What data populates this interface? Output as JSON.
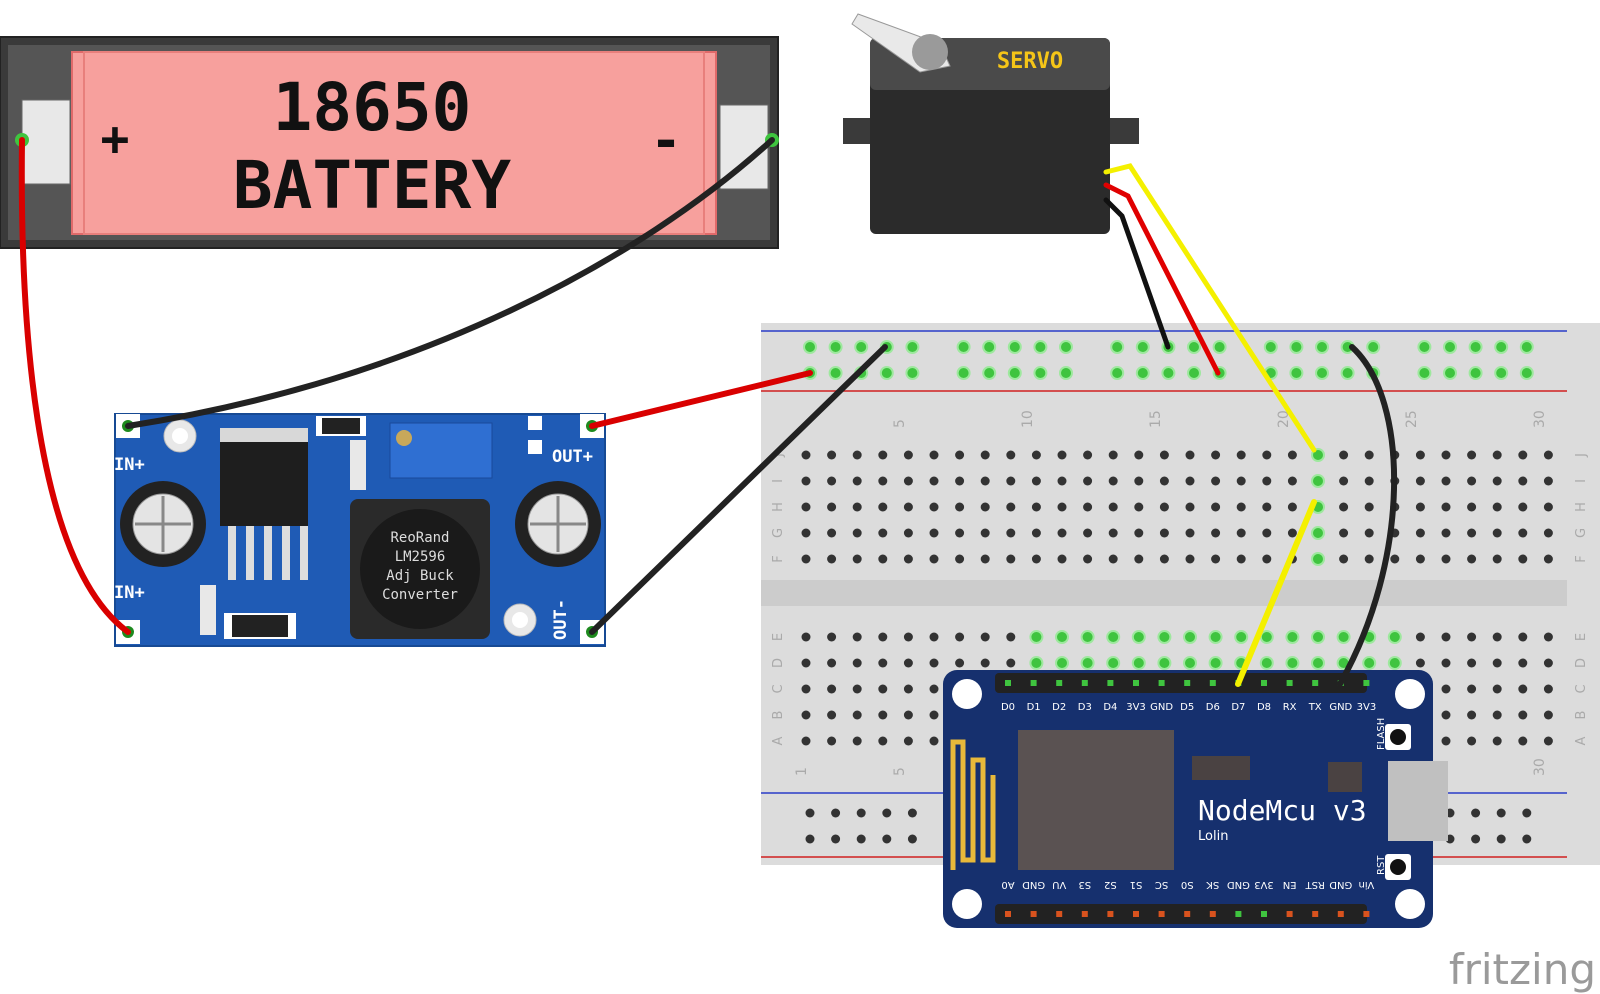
{
  "battery": {
    "line1": "18650",
    "line2": "BATTERY",
    "plus": "+",
    "minus": "-"
  },
  "servo": {
    "label": "SERVO"
  },
  "buck": {
    "text_lines": [
      "ReoRand",
      "LM2596",
      "Adj Buck",
      "Converter"
    ],
    "in_plus_top": "IN+",
    "in_plus_bottom": "IN+",
    "out_plus": "OUT+",
    "out_minus": "OUT-"
  },
  "breadboard": {
    "column_numbers_top": [
      "5",
      "10",
      "15",
      "20",
      "25",
      "30"
    ],
    "column_numbers_bottom": [
      "1",
      "5",
      "30"
    ],
    "row_letters_top": [
      "J",
      "I",
      "H",
      "G",
      "F"
    ],
    "row_letters_bottom": [
      "E",
      "D",
      "C",
      "B",
      "A"
    ]
  },
  "nodemcu": {
    "title": "NodeMcu v3",
    "subtitle": "Lolin",
    "top_pins": [
      "D0",
      "D1",
      "D2",
      "D3",
      "D4",
      "3V3",
      "GND",
      "D5",
      "D6",
      "D7",
      "D8",
      "RX",
      "TX",
      "GND",
      "3V3"
    ],
    "bottom_pins": [
      "A0",
      "GND",
      "VU",
      "S3",
      "S2",
      "S1",
      "SC",
      "S0",
      "SK",
      "GND",
      "3V3",
      "EN",
      "RST",
      "GND",
      "Vin"
    ],
    "flash_label": "FLASH",
    "rst_label": "RST"
  },
  "watermark": "fritzing",
  "colors": {
    "battery_pink": "#f7a09d",
    "battery_holder": "#3c3c3c",
    "buck_blue": "#1f5bb5",
    "nodemcu_blue": "#16306e",
    "wire_red": "#d90000",
    "wire_black": "#222222",
    "wire_yellow": "#f4f000",
    "servo_label": "#f5c518"
  }
}
